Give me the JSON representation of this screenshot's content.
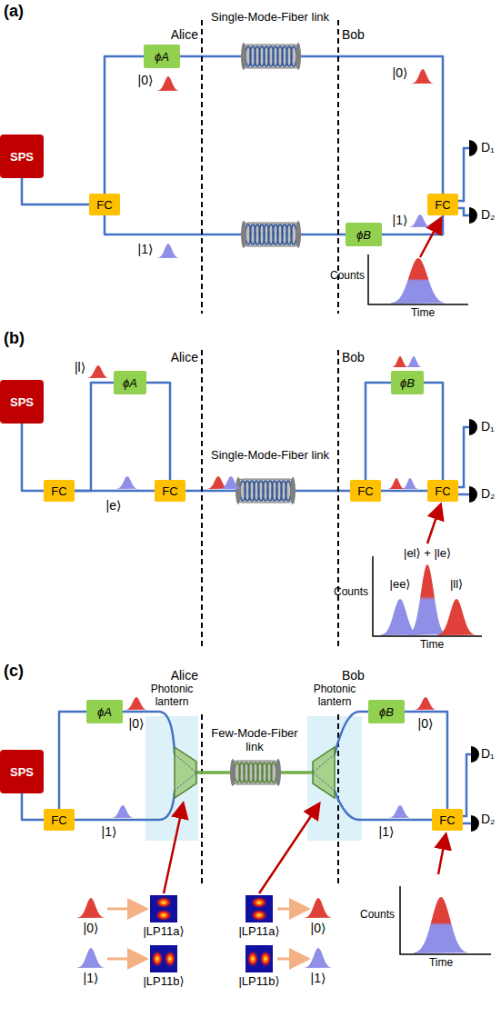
{
  "diagram": {
    "nodes": [
      {
        "text": [
          "SPS"
        ]
      },
      {
        "text": [
          "FC"
        ]
      },
      {
        "text": [
          "ϕA"
        ]
      },
      {
        "text": [
          "ϕB"
        ]
      },
      {
        "text": [
          "FC"
        ]
      },
      {
        "text": [
          "SPS"
        ]
      },
      {
        "text": [
          "FC"
        ]
      },
      {
        "text": [
          "ϕA"
        ]
      },
      {
        "text": [
          "FC"
        ]
      },
      {
        "text": [
          "FC"
        ]
      },
      {
        "text": [
          "ϕB"
        ]
      },
      {
        "text": [
          "FC"
        ]
      },
      {
        "text": [
          "SPS"
        ]
      },
      {
        "text": [
          "FC"
        ]
      },
      {
        "text": [
          "ϕA"
        ]
      },
      {
        "text": [
          "ϕB"
        ]
      },
      {
        "text": [
          "FC"
        ]
      }
    ],
    "edges": [
      {
        "from": 0,
        "to": 1,
        "arrow": "none"
      },
      {
        "from": 1,
        "to": 2,
        "arrow": "none"
      },
      {
        "from": 2,
        "to": 4,
        "arrow": "none"
      },
      {
        "from": 1,
        "to": 3,
        "arrow": "none"
      },
      {
        "from": 3,
        "to": 4,
        "arrow": "none"
      },
      {
        "from": 5,
        "to": 6,
        "arrow": "none"
      },
      {
        "from": 6,
        "to": 7,
        "arrow": "none"
      },
      {
        "from": 7,
        "to": 8,
        "arrow": "none"
      },
      {
        "from": 6,
        "to": 8,
        "arrow": "none"
      },
      {
        "from": 8,
        "to": 9,
        "arrow": "none"
      },
      {
        "from": 9,
        "to": 10,
        "arrow": "none"
      },
      {
        "from": 10,
        "to": 11,
        "arrow": "none"
      },
      {
        "from": 9,
        "to": 11,
        "arrow": "none"
      },
      {
        "from": 12,
        "to": 13,
        "arrow": "none"
      },
      {
        "from": 13,
        "to": 14,
        "arrow": "none"
      },
      {
        "from": 15,
        "to": 16,
        "arrow": "none"
      }
    ],
    "labels": [
      "(a)",
      "Alice",
      "Bob",
      "Single-Mode-Fiber link",
      "|0⟩",
      "|1⟩",
      "|0⟩",
      "|1⟩",
      "D₁",
      "D₂",
      "Counts",
      "Time",
      "(b)",
      "Alice",
      "Bob",
      "Single-Mode-Fiber link",
      "|l⟩",
      "|e⟩",
      "D₁",
      "D₂",
      "|el⟩ + |le⟩",
      "Counts",
      "|ee⟩",
      "|ll⟩",
      "Time",
      "(c)",
      "Alice",
      "Bob",
      "Photonic lantern",
      "Few-Mode-Fiber link",
      "Photonic lantern",
      "|0⟩",
      "|1⟩",
      "|0⟩",
      "|1⟩",
      "D₁",
      "D₂",
      "Counts",
      "Time",
      "|0⟩",
      "|LP11a⟩",
      "|1⟩",
      "|LP11b⟩",
      "|LP11a⟩",
      "|0⟩",
      "|LP11b⟩",
      "|1⟩"
    ]
  }
}
